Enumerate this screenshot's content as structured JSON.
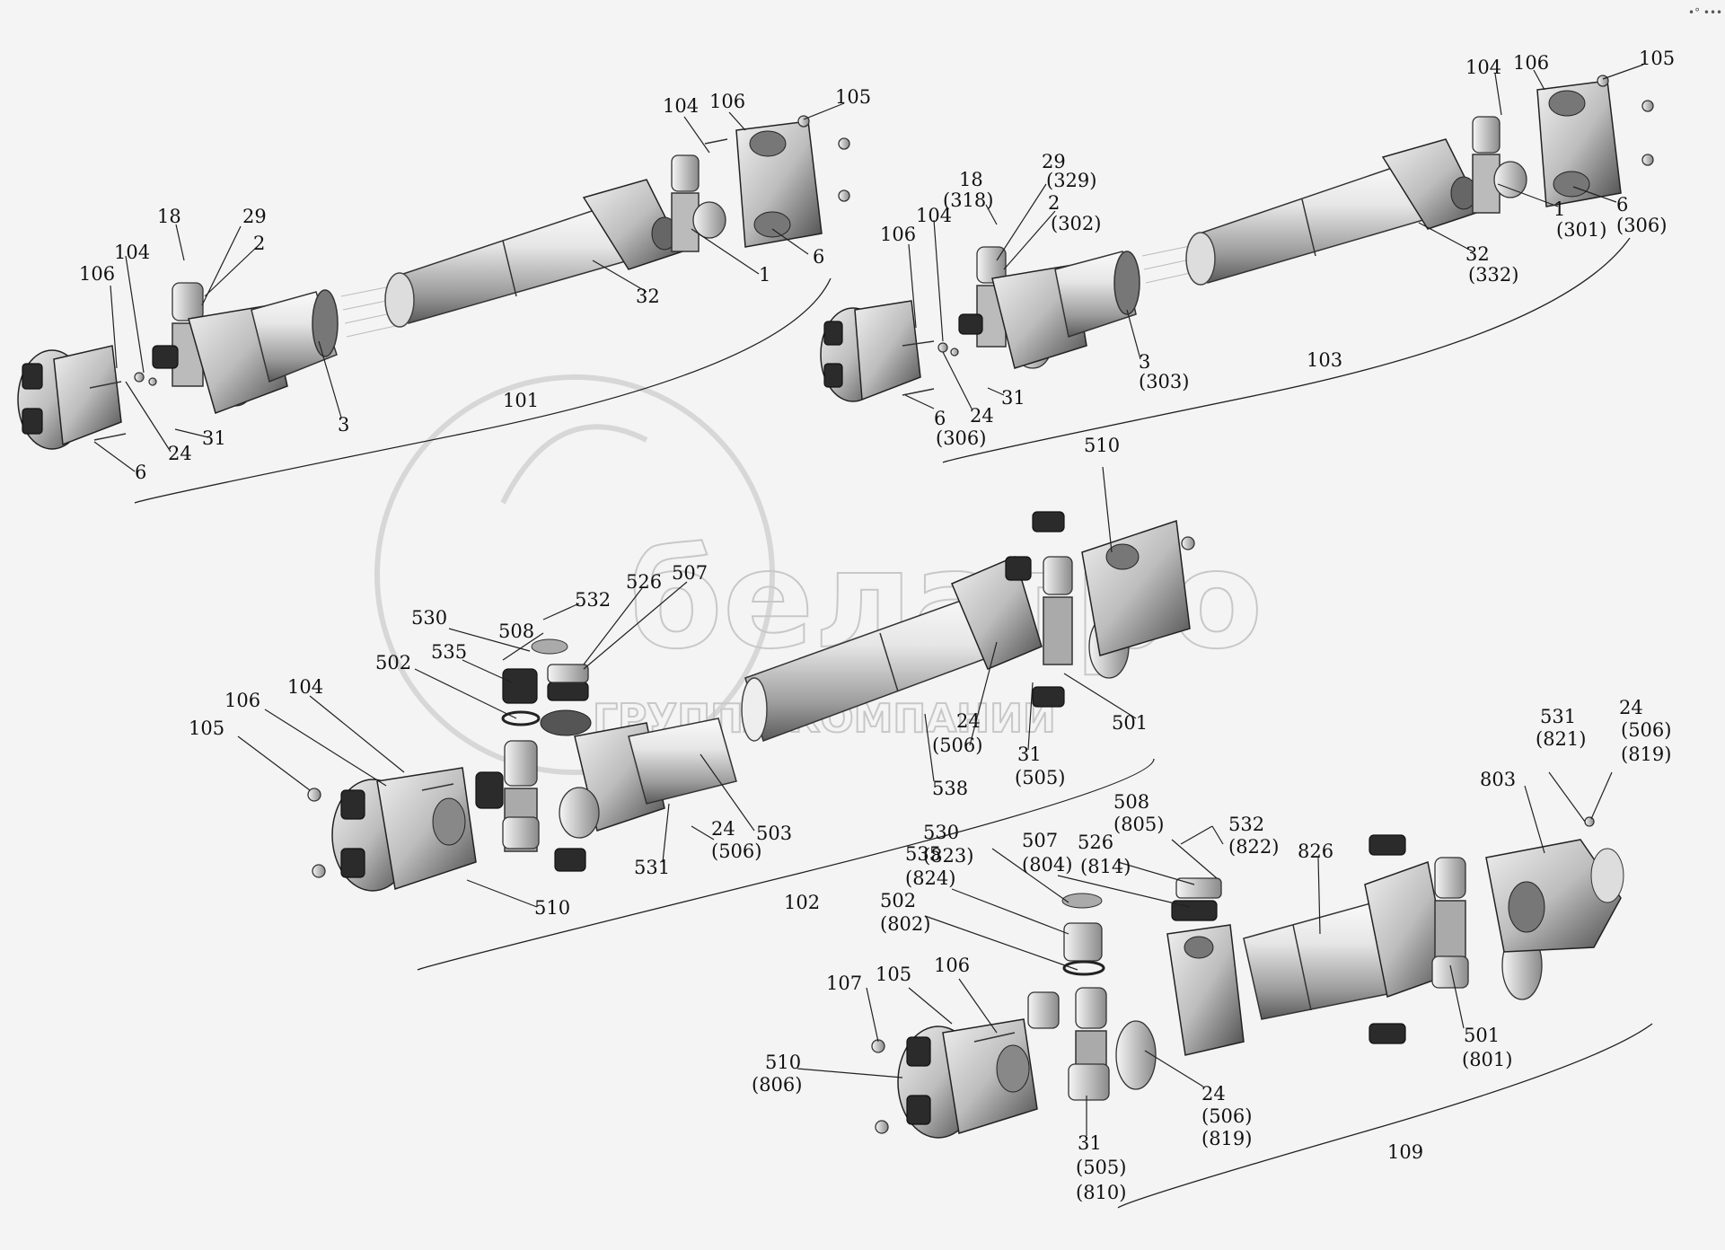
{
  "watermark": {
    "brand": "белагро",
    "subtitle": "ГРУППА КОМПАНИЙ"
  },
  "corner_mark": "•° •••",
  "assemblies": [
    {
      "id": "101",
      "label": "101"
    },
    {
      "id": "103",
      "label": "103"
    },
    {
      "id": "102",
      "label": "102"
    },
    {
      "id": "109",
      "label": "109"
    }
  ],
  "callouts": {
    "a101": [
      "18",
      "29",
      "2",
      "106",
      "104",
      "24",
      "31",
      "6",
      "3",
      "32",
      "1",
      "6",
      "104",
      "106",
      "105"
    ],
    "a103": [
      "18",
      "(318)",
      "29",
      "(329)",
      "2",
      "(302)",
      "106",
      "104",
      "24",
      "31",
      "6",
      "(306)",
      "3",
      "(303)",
      "32",
      "(332)",
      "1",
      "(301)",
      "6",
      "(306)",
      "104",
      "106",
      "105"
    ],
    "a102": [
      "510",
      "530",
      "532",
      "526",
      "507",
      "508",
      "535",
      "502",
      "106",
      "104",
      "105",
      "503",
      "24",
      "(506)",
      "531",
      "510",
      "538",
      "24",
      "(506)",
      "31",
      "(505)",
      "501"
    ],
    "a109": [
      "531",
      "(821)",
      "24",
      "(506)",
      "(819)",
      "803",
      "508",
      "(805)",
      "532",
      "(822)",
      "530",
      "(823)",
      "507",
      "(804)",
      "526",
      "(814)",
      "826",
      "535",
      "(824)",
      "502",
      "(802)",
      "107",
      "105",
      "106",
      "510",
      "(806)",
      "31",
      "(505)",
      "(810)",
      "24",
      "(506)",
      "(819)",
      "501",
      "(801)"
    ]
  }
}
